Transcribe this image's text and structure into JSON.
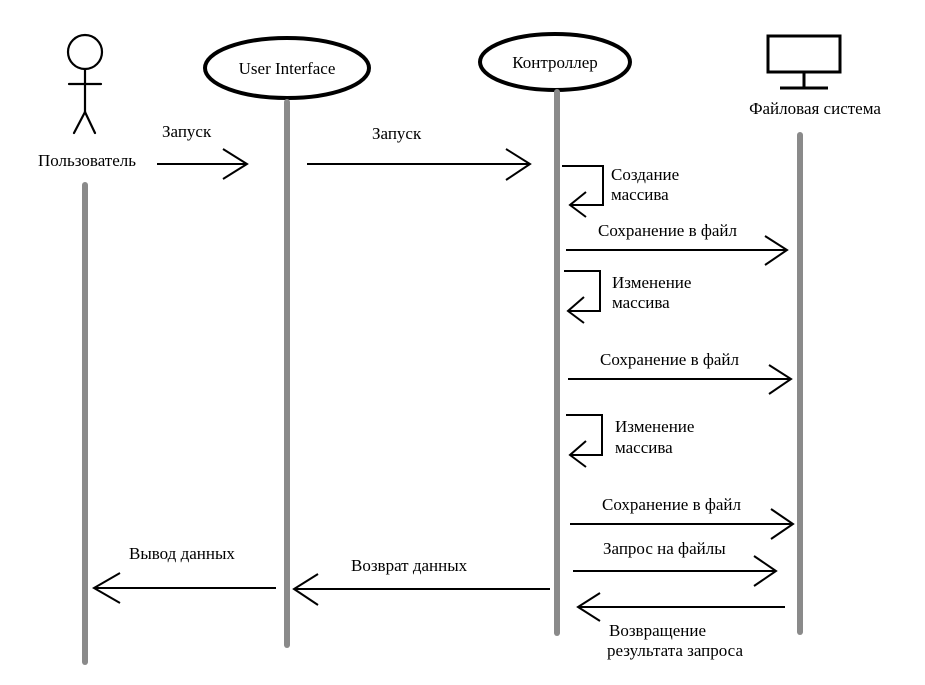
{
  "participants": {
    "user": "Пользователь",
    "ui": "User Interface",
    "controller": "Контроллер",
    "fs": "Файловая система"
  },
  "messages": [
    {
      "id": "m1",
      "lines": [
        "Запуск"
      ]
    },
    {
      "id": "m2",
      "lines": [
        "Запуск"
      ]
    },
    {
      "id": "m3",
      "lines": [
        "Создание",
        "массива"
      ]
    },
    {
      "id": "m4",
      "lines": [
        "Сохранение в файл"
      ]
    },
    {
      "id": "m5",
      "lines": [
        "Изменение",
        "массива"
      ]
    },
    {
      "id": "m6",
      "lines": [
        "Сохранение в файл"
      ]
    },
    {
      "id": "m7",
      "lines": [
        "Изменение",
        "массива"
      ]
    },
    {
      "id": "m8",
      "lines": [
        "Сохранение в файл"
      ]
    },
    {
      "id": "m9",
      "lines": [
        "Запрос на файлы"
      ]
    },
    {
      "id": "m10",
      "lines": [
        "Возвращение",
        "результата запроса"
      ]
    },
    {
      "id": "m11",
      "lines": [
        "Возврат данных"
      ]
    },
    {
      "id": "m12",
      "lines": [
        "Вывод данных"
      ]
    }
  ]
}
